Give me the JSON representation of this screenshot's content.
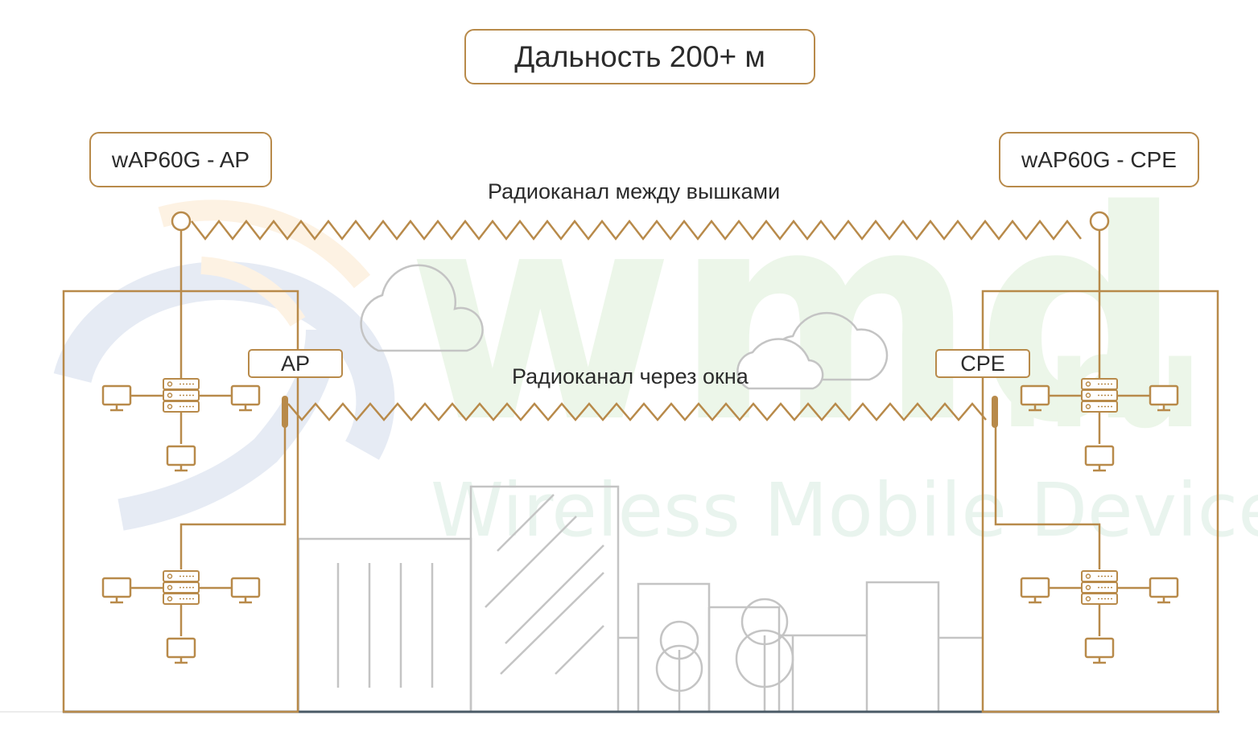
{
  "title": "Дальность 200+ м",
  "tower_labels": {
    "ap": "wAP60G - AP",
    "cpe": "wAP60G - CPE"
  },
  "window_labels": {
    "ap": "AP",
    "cpe": "CPE"
  },
  "links": {
    "towers": "Радиоканал между вышками",
    "windows": "Радиоканал через окна"
  },
  "watermark": {
    "brand": "wmd",
    "tld": ".ru",
    "tagline": "Wireless Mobile Devices"
  },
  "colors": {
    "device_line": "#b88a4a",
    "city_line": "#c4c4c4",
    "ground": "#4a5a66",
    "watermark_green": "#ecf6e9",
    "watermark_blue": "#e6ebf4",
    "watermark_orange": "#fdf2e3"
  },
  "icons": [
    "server-rack-icon",
    "monitor-icon",
    "antenna-mast-icon",
    "window-antenna-icon",
    "cloud-icon",
    "tree-icon"
  ]
}
